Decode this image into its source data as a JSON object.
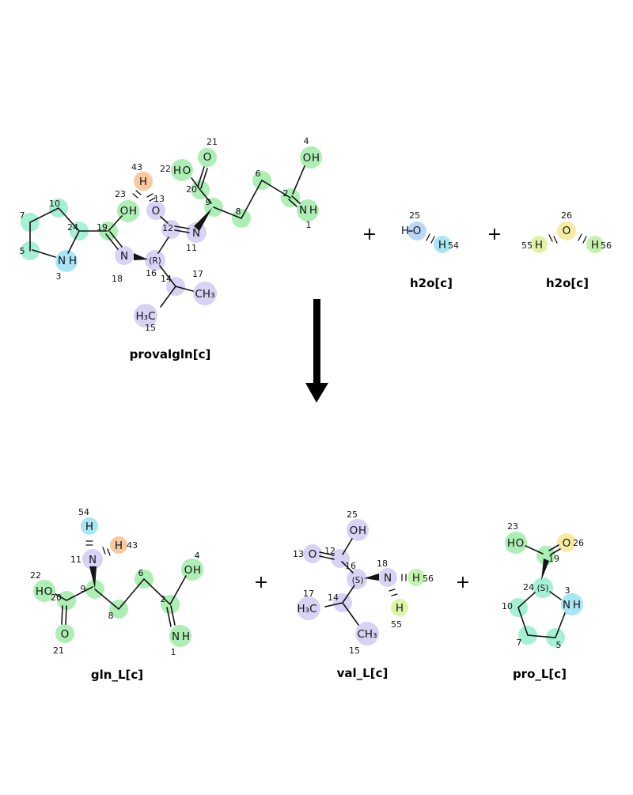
{
  "colors": {
    "green": "#aceeb4",
    "mint": "#a6f0d4",
    "cyan": "#a9e6f5",
    "lightblue": "#b9d8f8",
    "lavender": "#d7d3f4",
    "orange": "#f8c99e",
    "yellow": "#f7eaa4",
    "yellowgreen": "#dff2a6",
    "lightgreen": "#c4f2ae",
    "oxygen": "#d40000",
    "nitrogen": "#3050e0"
  },
  "reaction": {
    "plus": "+"
  },
  "pvg": {
    "name": "provalgln[c]",
    "n": {
      "a7": "7",
      "a10": "10",
      "a5": "5",
      "a3": "3",
      "a24": "24",
      "a19": "19",
      "a23": "23",
      "a43": "43",
      "a13": "13",
      "a12": "12",
      "a11": "11",
      "a16": "16",
      "a18": "18",
      "a14": "14",
      "a17": "17",
      "a15": "15",
      "a9": "9",
      "a20": "20",
      "a22": "22",
      "a21": "21",
      "a8": "8",
      "a6": "6",
      "a2": "2",
      "a4": "4",
      "a1": "1"
    },
    "s": {
      "n3": "N",
      "h3": "H",
      "o23": "O",
      "h23": "H",
      "h43": "H",
      "o13": "O",
      "n11": "N",
      "r16": "(R)",
      "n18": "N",
      "ch17": "CH₃",
      "ch15": "H₃C",
      "o21": "O",
      "h22": "H",
      "o22": "O",
      "o4": "O",
      "h4": "H",
      "n1": "N",
      "h1": "H"
    }
  },
  "w1": {
    "name": "h2o[c]",
    "n": {
      "a25": "25",
      "a54": "54"
    },
    "s": {
      "h": "H",
      "o": "O",
      "h54": "H"
    }
  },
  "w2": {
    "name": "h2o[c]",
    "n": {
      "a26": "26",
      "a55": "55",
      "a56": "56"
    },
    "s": {
      "h55": "H",
      "o": "O",
      "h56": "H"
    }
  },
  "gln": {
    "name": "gln_L[c]",
    "n": {
      "a54": "54",
      "a43": "43",
      "a11": "11",
      "a9": "9",
      "a22": "22",
      "a20": "20",
      "a21": "21",
      "a8": "8",
      "a6": "6",
      "a2": "2",
      "a4": "4",
      "a1": "1"
    },
    "s": {
      "h54": "H",
      "h43": "H",
      "n11": "N",
      "h22": "H",
      "o22": "O",
      "o21": "O",
      "o4": "O",
      "h4": "H",
      "n1": "N",
      "h1": "H"
    }
  },
  "val": {
    "name": "val_L[c]",
    "n": {
      "a25": "25",
      "a13": "13",
      "a12": "12",
      "a16": "16",
      "a18": "18",
      "a56": "56",
      "a55": "55",
      "a17": "17",
      "a14": "14",
      "a15": "15"
    },
    "s": {
      "o25": "O",
      "h25": "H",
      "o13": "O",
      "s16": "(S)",
      "n18": "N",
      "h56": "H",
      "h55": "H",
      "ch17": "H₃C",
      "ch15": "CH₃"
    }
  },
  "pro": {
    "name": "pro_L[c]",
    "n": {
      "a23": "23",
      "a26": "26",
      "a19": "19",
      "a24": "24",
      "a3": "3",
      "a10": "10",
      "a7": "7",
      "a5": "5"
    },
    "s": {
      "h23": "H",
      "o23": "O",
      "o26": "O",
      "s24": "(S)",
      "n3": "N",
      "h3": "H"
    }
  }
}
